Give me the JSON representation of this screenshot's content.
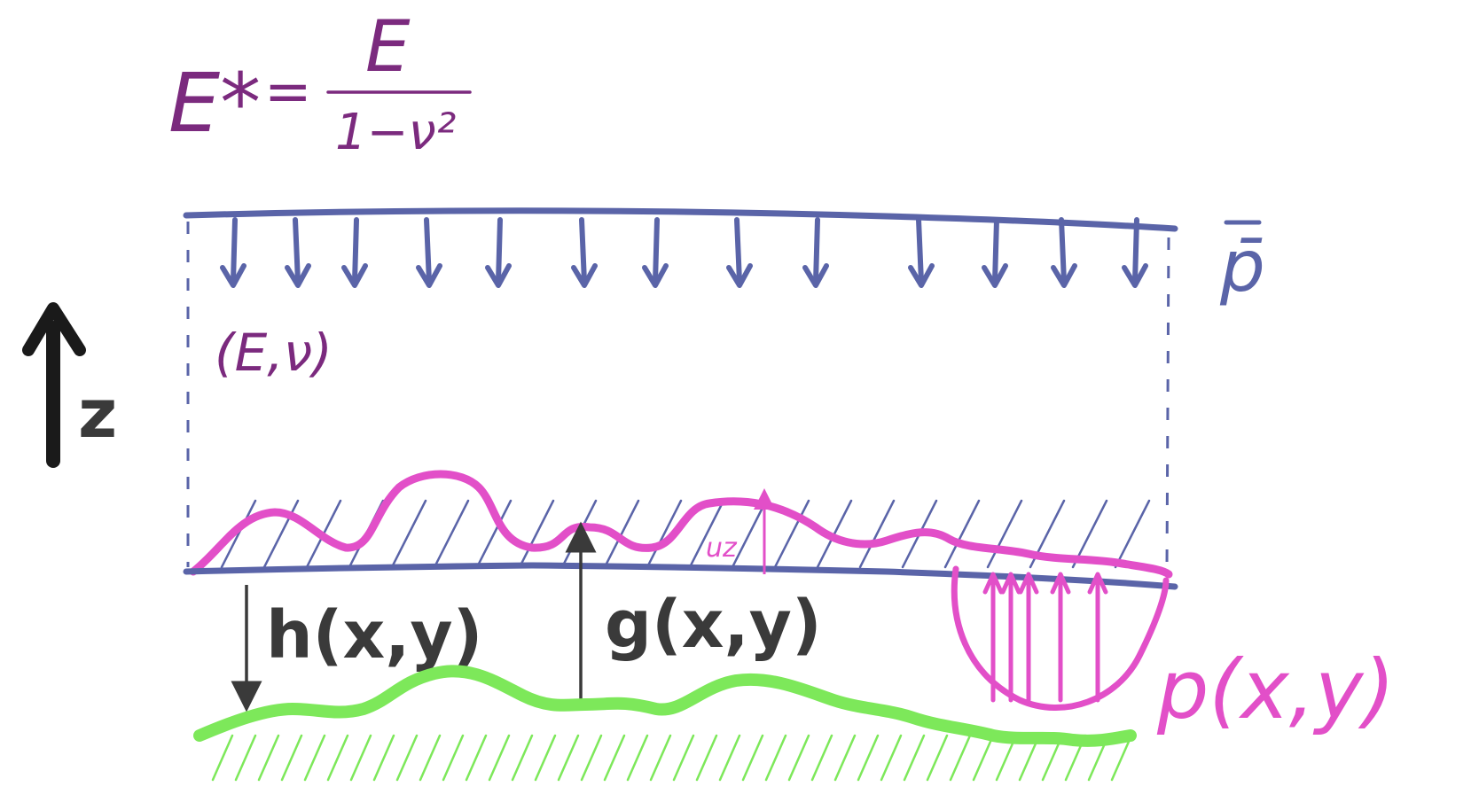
{
  "equation": {
    "lhs": "E*",
    "equals": "=",
    "numerator": "E",
    "denominator": "1−ν²"
  },
  "labels": {
    "material": "(E,ν)",
    "mean_pressure": "p̄",
    "axis": "z",
    "gap_h": "h(x,y)",
    "gap_g": "g(x,y)",
    "pressure_field": "p(x,y)",
    "displacement": "uz"
  },
  "colors": {
    "elastic_body": "#5a64a8",
    "deformed_surface": "#e24fc8",
    "rigid_surface": "#7de85a",
    "equation_text": "#7b2a7e",
    "gap_arrows": "#3a3a3a"
  },
  "icons": {
    "load_arrows": "down-arrow",
    "axis_arrow": "up-arrow"
  }
}
